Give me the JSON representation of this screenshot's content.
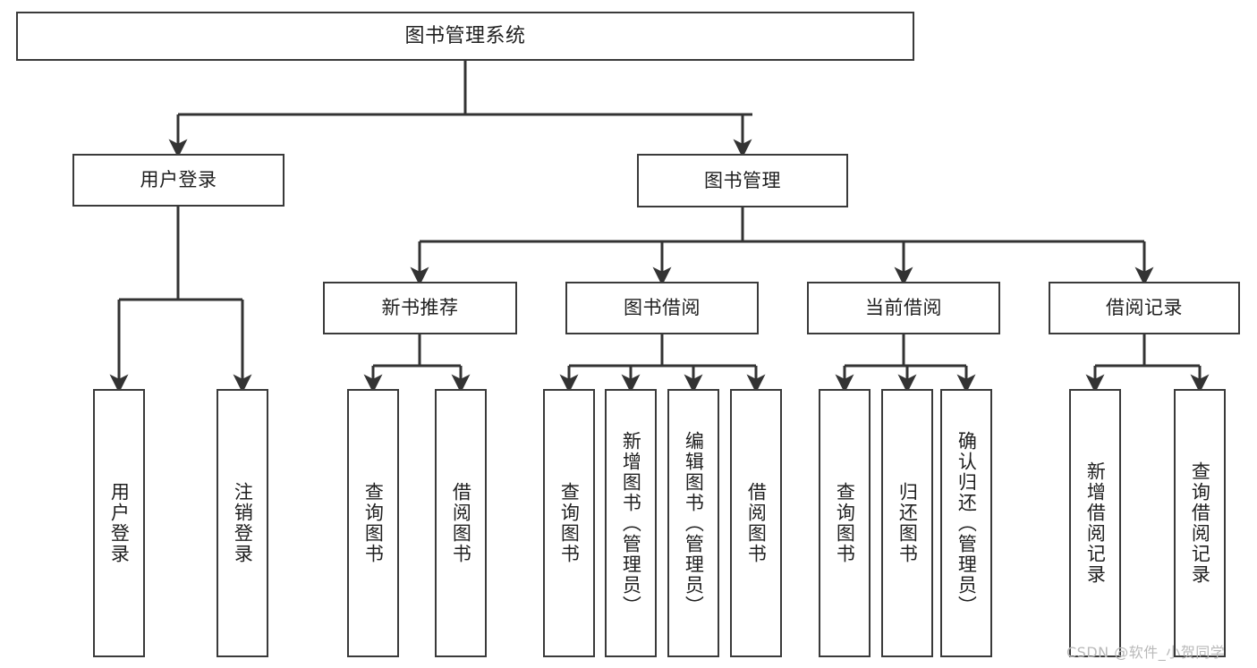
{
  "diagram": {
    "title": "图书管理系统",
    "type": "tree",
    "watermark": "CSDN @软件_小贺同学",
    "colors": {
      "background": "#ffffff",
      "node_border": "#3a3a3a",
      "node_fill": "#ffffff",
      "text": "#1f1f1f",
      "edge": "#333333",
      "watermark": "#b9b9b9"
    },
    "levels": {
      "level1": [
        "图书管理系统"
      ],
      "level2": [
        "用户登录",
        "图书管理"
      ],
      "level3": [
        "新书推荐",
        "图书借阅",
        "当前借阅",
        "借阅记录"
      ],
      "level4": [
        "用户登录",
        "注销登录",
        "查询图书",
        "借阅图书",
        "查询图书",
        "新增图书（管理员）",
        "编辑图书（管理员）",
        "借阅图书",
        "查询图书",
        "归还图书",
        "确认归还（管理员）",
        "新增借阅记录",
        "查询借阅记录"
      ]
    },
    "nodes": {
      "root": {
        "label": "图书管理系统"
      },
      "user_login": {
        "label": "用户登录"
      },
      "book_manage": {
        "label": "图书管理"
      },
      "new_book_rec": {
        "label": "新书推荐"
      },
      "book_borrow": {
        "label": "图书借阅"
      },
      "current_borrow": {
        "label": "当前借阅"
      },
      "borrow_record": {
        "label": "借阅记录"
      },
      "leaf_user_login": {
        "label": "用户登录"
      },
      "leaf_logout": {
        "label": "注销登录"
      },
      "leaf_query_book_a": {
        "label": "查询图书"
      },
      "leaf_borrow_book_a": {
        "label": "借阅图书"
      },
      "leaf_query_book_b": {
        "label": "查询图书"
      },
      "leaf_add_book": {
        "label": "新增图书（管理员）"
      },
      "leaf_edit_book": {
        "label": "编辑图书（管理员）"
      },
      "leaf_borrow_book_b": {
        "label": "借阅图书"
      },
      "leaf_query_book_c": {
        "label": "查询图书"
      },
      "leaf_return_book": {
        "label": "归还图书"
      },
      "leaf_confirm_return": {
        "label": "确认归还（管理员）"
      },
      "leaf_add_record": {
        "label": "新增借阅记录"
      },
      "leaf_query_record": {
        "label": "查询借阅记录"
      }
    },
    "edges": [
      {
        "from": "root",
        "to": "user_login"
      },
      {
        "from": "root",
        "to": "book_manage"
      },
      {
        "from": "user_login",
        "to": "leaf_user_login"
      },
      {
        "from": "user_login",
        "to": "leaf_logout"
      },
      {
        "from": "book_manage",
        "to": "new_book_rec"
      },
      {
        "from": "book_manage",
        "to": "book_borrow"
      },
      {
        "from": "book_manage",
        "to": "current_borrow"
      },
      {
        "from": "book_manage",
        "to": "borrow_record"
      },
      {
        "from": "new_book_rec",
        "to": "leaf_query_book_a"
      },
      {
        "from": "new_book_rec",
        "to": "leaf_borrow_book_a"
      },
      {
        "from": "book_borrow",
        "to": "leaf_query_book_b"
      },
      {
        "from": "book_borrow",
        "to": "leaf_add_book"
      },
      {
        "from": "book_borrow",
        "to": "leaf_edit_book"
      },
      {
        "from": "book_borrow",
        "to": "leaf_borrow_book_b"
      },
      {
        "from": "current_borrow",
        "to": "leaf_query_book_c"
      },
      {
        "from": "current_borrow",
        "to": "leaf_return_book"
      },
      {
        "from": "current_borrow",
        "to": "leaf_confirm_return"
      },
      {
        "from": "borrow_record",
        "to": "leaf_add_record"
      },
      {
        "from": "borrow_record",
        "to": "leaf_query_record"
      }
    ]
  }
}
